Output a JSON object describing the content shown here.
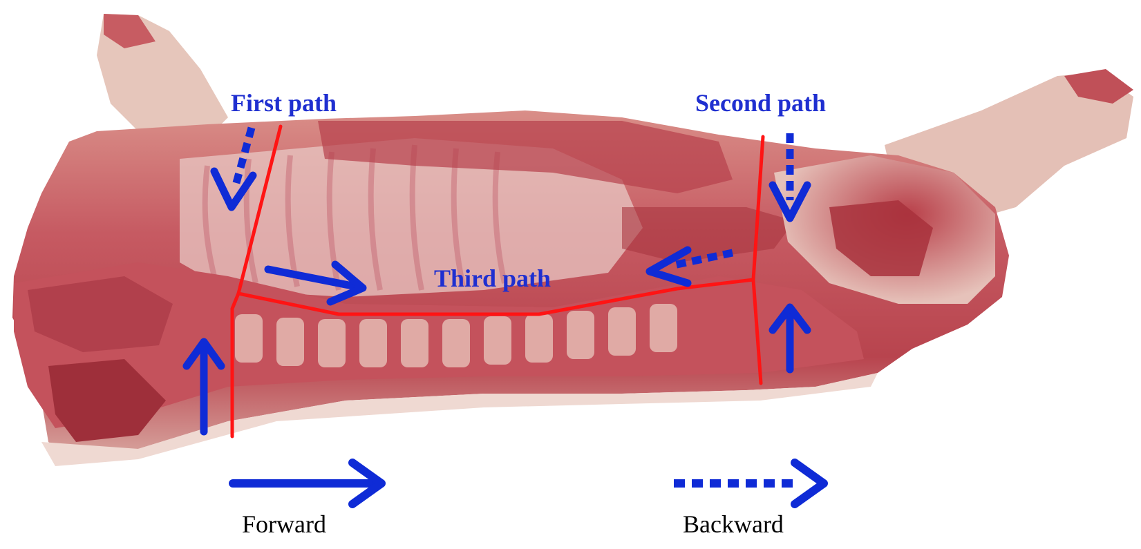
{
  "labels": {
    "first_path": "First path",
    "second_path": "Second path",
    "third_path": "Third path",
    "forward": "Forward",
    "backward": "Backward"
  },
  "colors": {
    "label_blue": "#1f2fd0",
    "arrow_blue": "#0f2bd6",
    "cut_red": "#ff1414",
    "meat_dark": "#a5333d",
    "meat_mid": "#c24d58",
    "fat": "#e9c3bf",
    "skin": "#ecd2c8",
    "legend_text": "#000000"
  },
  "legend": [
    {
      "label": "Forward",
      "style": "solid-arrow"
    },
    {
      "label": "Backward",
      "style": "dotted-arrow"
    }
  ]
}
